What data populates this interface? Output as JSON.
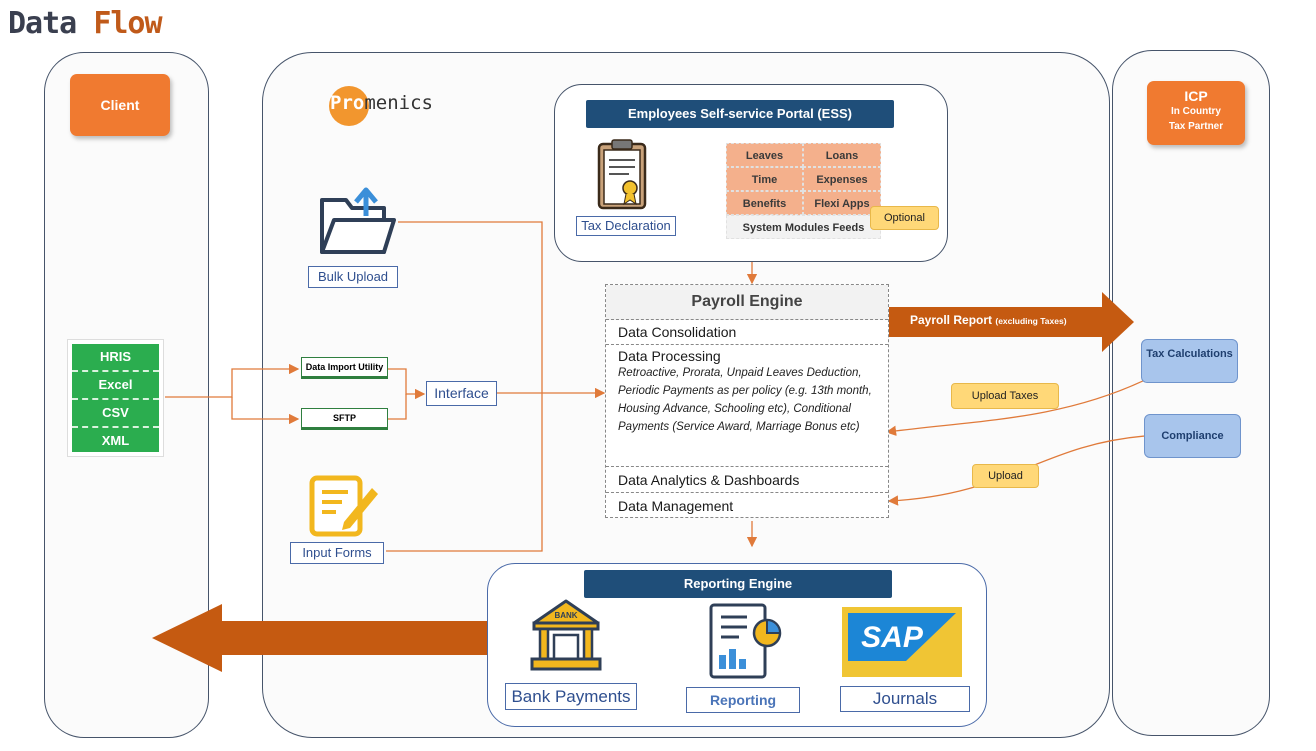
{
  "title": {
    "part1": "Data ",
    "part2": "Flow"
  },
  "client": {
    "label": "Client",
    "sources": [
      "HRIS",
      "Excel",
      "CSV",
      "XML"
    ]
  },
  "icp": {
    "line1": "ICP",
    "line2": "In Country",
    "line3": "Tax Partner"
  },
  "promenics": {
    "logo_pro": "Pro",
    "logo_rest": "menics"
  },
  "inputs": {
    "bulk_upload": "Bulk Upload",
    "data_import_utility": "Data Import Utility",
    "sftp": "SFTP",
    "interface": "Interface",
    "input_forms": "Input Forms"
  },
  "ess": {
    "title": "Employees Self-service Portal (ESS)",
    "tax_declaration": "Tax Declaration",
    "modules": [
      "Leaves",
      "Loans",
      "Time",
      "Expenses",
      "Benefits",
      "Flexi Apps"
    ],
    "system_modules_feeds": "System Modules Feeds",
    "optional": "Optional"
  },
  "payroll_engine": {
    "title": "Payroll Engine",
    "data_consolidation": "Data Consolidation",
    "data_processing": "Data Processing",
    "processing_detail": "Retroactive, Prorata, Unpaid Leaves Deduction, Periodic Payments as per policy (e.g. 13th month, Housing Advance, Schooling etc), Conditional Payments (Service Award, Marriage Bonus etc)",
    "data_analytics": "Data Analytics & Dashboards",
    "data_management": "Data Management"
  },
  "payroll_report": {
    "label": "Payroll Report",
    "note": "(excluding Taxes)"
  },
  "tax": {
    "tax_calculations": "Tax Calculations",
    "compliance": "Compliance",
    "upload_taxes": "Upload Taxes",
    "upload": "Upload"
  },
  "reporting_engine": {
    "title": "Reporting Engine",
    "bank_payments": "Bank Payments",
    "bank_sign": "BANK",
    "reporting": "Reporting",
    "journals": "Journals",
    "sap": "SAP"
  },
  "colors": {
    "orange": "#f07a30",
    "navy": "#1f4e79",
    "green": "#2bad4f",
    "arrow": "#c55a11",
    "yellow": "#ffd878",
    "blue": "#a8c5ec"
  }
}
